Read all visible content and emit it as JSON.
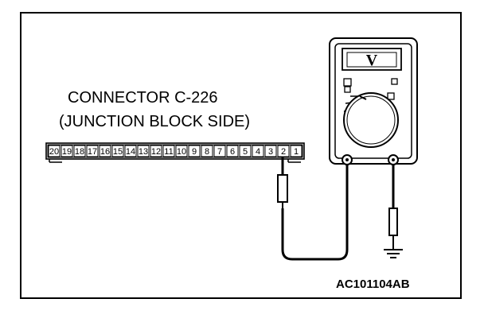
{
  "connector": {
    "name": "CONNECTOR C-226",
    "side": "(JUNCTION BLOCK SIDE)",
    "pins": [
      "20",
      "19",
      "18",
      "17",
      "16",
      "15",
      "14",
      "13",
      "12",
      "11",
      "10",
      "9",
      "8",
      "7",
      "6",
      "5",
      "4",
      "3",
      "2",
      "1"
    ],
    "probed_pin": "2"
  },
  "meter": {
    "display": "V"
  },
  "figure": {
    "code": "AC101104AB"
  },
  "colors": {
    "line": "#000000",
    "background": "#ffffff"
  }
}
